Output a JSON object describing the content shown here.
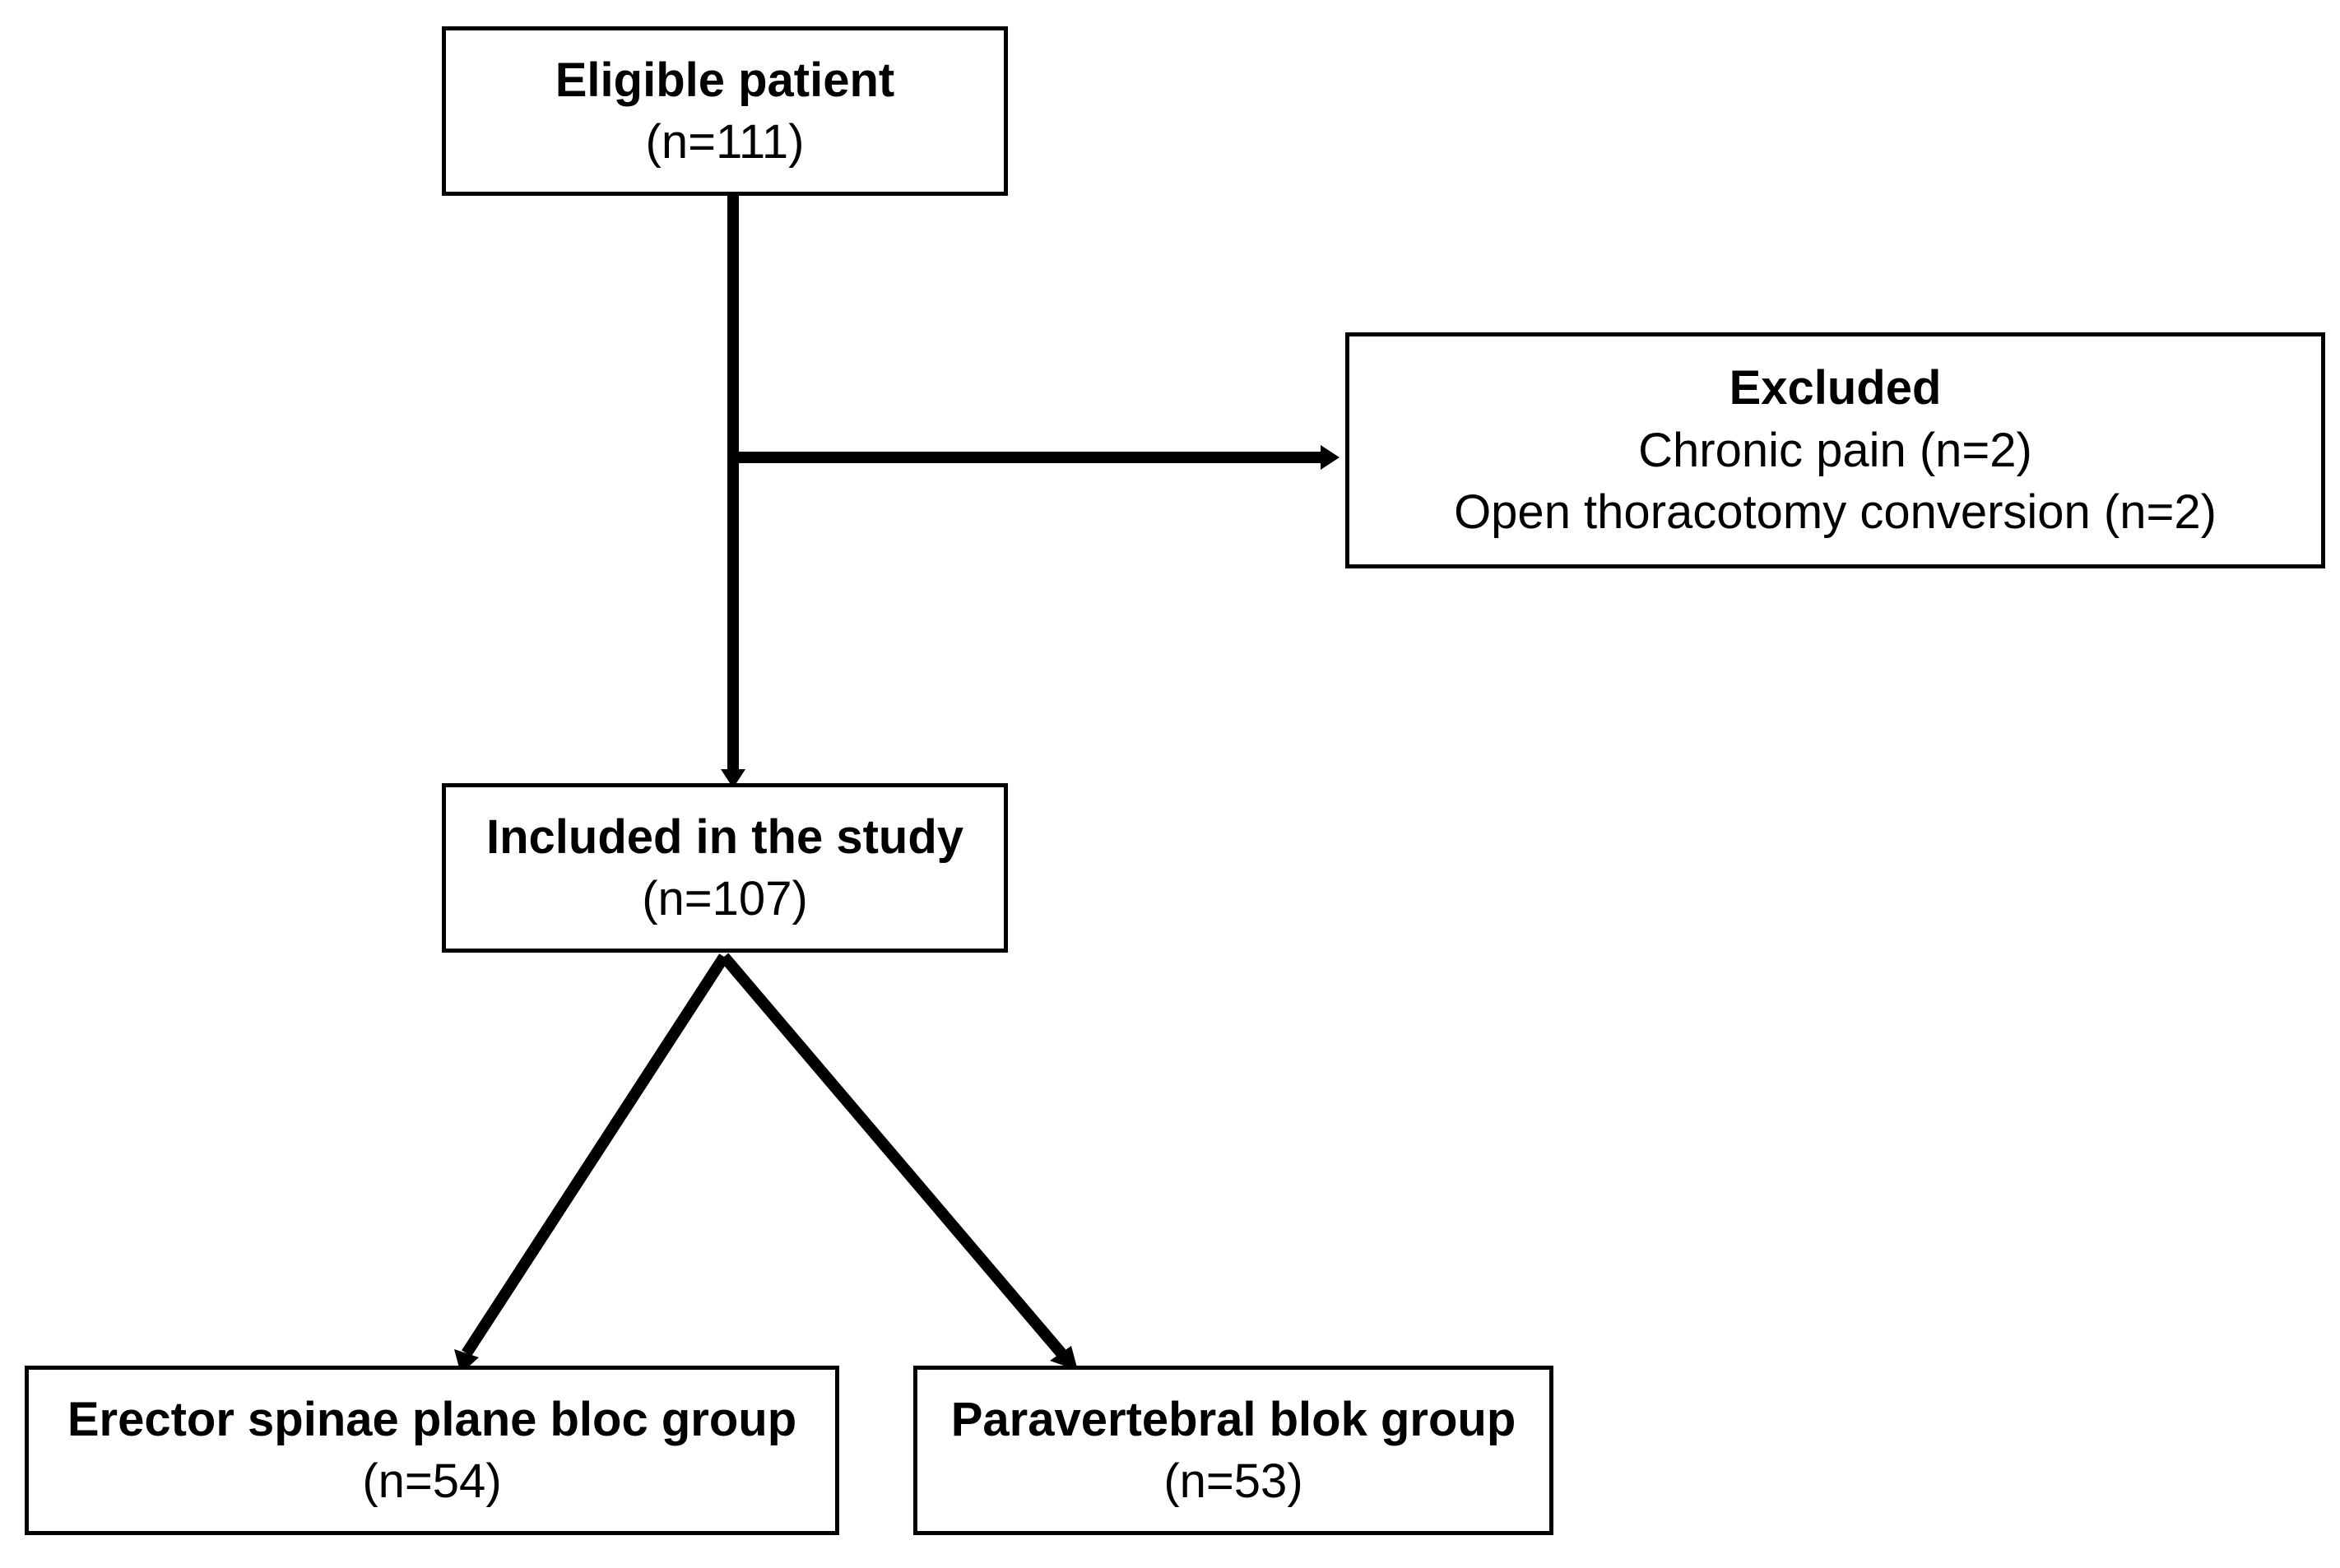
{
  "flowchart": {
    "eligible": {
      "title": "Eligible patient",
      "count": "(n=111)"
    },
    "excluded": {
      "title": "Excluded",
      "reasons": [
        "Chronic pain (n=2)",
        "Open thoracotomy conversion (n=2)"
      ]
    },
    "included": {
      "title": "Included in the study",
      "count": "(n=107)"
    },
    "groups": [
      {
        "title": "Erector spinae plane bloc group",
        "count": "(n=54)"
      },
      {
        "title": "Paravertebral blok group",
        "count": "(n=53)"
      }
    ]
  },
  "colors": {
    "line": "#000000",
    "box_border": "#000000",
    "background": "#ffffff"
  }
}
